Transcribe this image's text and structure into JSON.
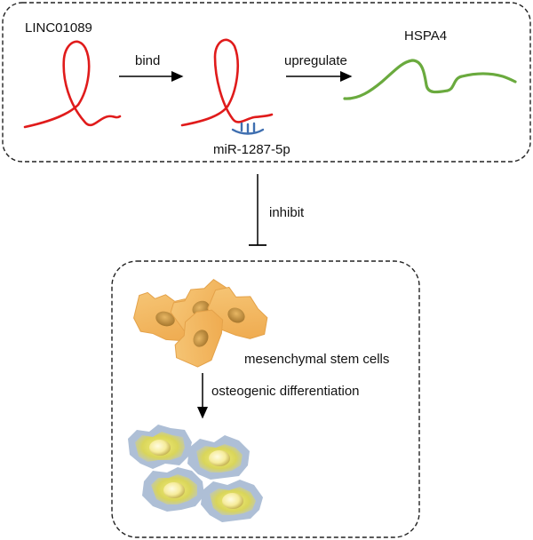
{
  "labels": {
    "lncrna": "LINC01089",
    "bind": "bind",
    "upregulate": "upregulate",
    "target_gene": "HSPA4",
    "mirna": "miR-1287-5p",
    "inhibit": "inhibit",
    "cell_type": "mesenchymal stem cells",
    "process": "osteogenic differentiation"
  },
  "colors": {
    "rna_strand": "#e01b1b",
    "mrna_strand": "#6aaa3e",
    "mirna": "#3f6fb0",
    "arrow": "#000000",
    "box_border": "#222222",
    "msc_body": "#f2b35a",
    "msc_nucleus": "#c99440",
    "osteoblast_outer": "#aebfd6",
    "osteoblast_inner": "#e3df66",
    "osteoblast_nucleus": "#f8f3b0"
  },
  "icons": {
    "top_group": "lncrna-mirna-hspa4-pathway",
    "bottom_group": "msc-osteogenesis"
  }
}
